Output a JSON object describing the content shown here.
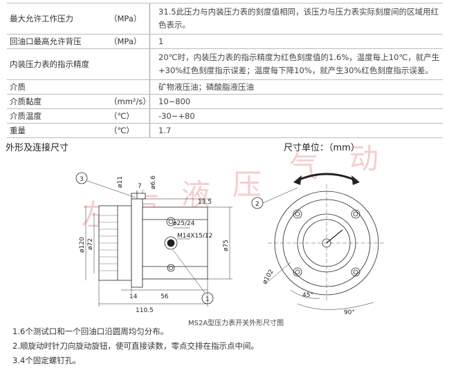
{
  "specs": [
    {
      "name": "最大允许工作压力",
      "unit": "（MPa）",
      "value": "31.5此压力与内装压力表的刻度值相同，该压力与压力表实际刻度间的区域用红色表示。"
    },
    {
      "name": "回油口最高允许背压",
      "unit": "（MPa）",
      "value": "1"
    },
    {
      "name": "内装压力表的指示精度",
      "unit": "",
      "value": "20℃时，内装压力表的指示精度为红色刻度值的1.6%，温度每上10℃，就产生+30%红色刻度指示误差；温度每下降10%，就产生30%红色刻度指示误差。"
    },
    {
      "name": "介质",
      "unit": "",
      "value": "矿物液压油；磷酸脂液压油"
    },
    {
      "name": "介质黏度",
      "unit": "（mm²/s）",
      "value": "10~800"
    },
    {
      "name": "介质温度",
      "unit": "（℃）",
      "value": "-30~+80"
    },
    {
      "name": "重量",
      "unit": "（℃）",
      "value": "1.7"
    }
  ],
  "section_title": "外形及连接尺寸",
  "dim_unit": "尺寸单位：（mm）",
  "drawing": {
    "caption": "MS2A型压力表开关外形尺寸图",
    "labels": {
      "balloon1": "1",
      "balloon2": "2",
      "balloon3": "3",
      "d11": "ø11",
      "d7": "7",
      "d6_6": "ø6.6",
      "d13_5": "13.5",
      "d25": "ø25/24",
      "thread": "M14X15/12",
      "d120": "ø120",
      "d72": "ø72",
      "d75": "ø75",
      "d14": "14",
      "d56": "56",
      "d110_5": "110.5",
      "d102": "ø102",
      "a45": "45°",
      "a90": "90°"
    }
  },
  "notes": [
    "1.6个测试口和一个回油口沿圆周均匀分布。",
    "2.顺旋动时针刀向旋动旋钮，使可直接读数，零点交排在指示点中间。",
    "3.4个固定螺钉孔。"
  ],
  "watermark": [
    "左",
    "右",
    "液",
    "压",
    "气",
    "动"
  ]
}
